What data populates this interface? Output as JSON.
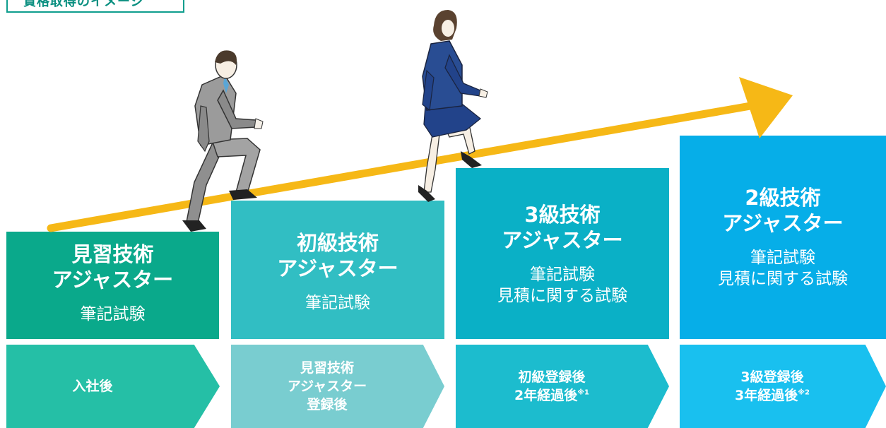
{
  "header": {
    "title": "資格取得のイメージ"
  },
  "colors": {
    "stage1": "#0aa98b",
    "stage2": "#31bec3",
    "stage3": "#0ab0c6",
    "stage4": "#06aee8",
    "arrow1": "#25bfa6",
    "arrow2": "#79cdd0",
    "arrow3": "#1cbcce",
    "arrow4": "#19c0ef",
    "growth_arrow": "#f6b816",
    "border": "#0f9e8e"
  },
  "stages": [
    {
      "name_line1": "見習技術",
      "name_line2": "アジャスター",
      "exam_line1": "筆記試験",
      "exam_line2": ""
    },
    {
      "name_line1": "初級技術",
      "name_line2": "アジャスター",
      "exam_line1": "筆記試験",
      "exam_line2": ""
    },
    {
      "name_line1": "3級技術",
      "name_line2": "アジャスター",
      "exam_line1": "筆記試験",
      "exam_line2": "見積に関する試験"
    },
    {
      "name_line1": "2級技術",
      "name_line2": "アジャスター",
      "exam_line1": "筆記試験",
      "exam_line2": "見積に関する試験"
    }
  ],
  "timeline": [
    {
      "line1": "入社後",
      "line2": "",
      "line3": "",
      "note": ""
    },
    {
      "line1": "見習技術",
      "line2": "アジャスター",
      "line3": "登録後",
      "note": ""
    },
    {
      "line1": "初級登録後",
      "line2": "2年経過後",
      "line3": "",
      "note": "※1"
    },
    {
      "line1": "3級登録後",
      "line2": "3年経過後",
      "line3": "",
      "note": "※2"
    }
  ],
  "icons": [
    "growth-arrow-icon",
    "businessman-icon",
    "businesswoman-icon"
  ]
}
